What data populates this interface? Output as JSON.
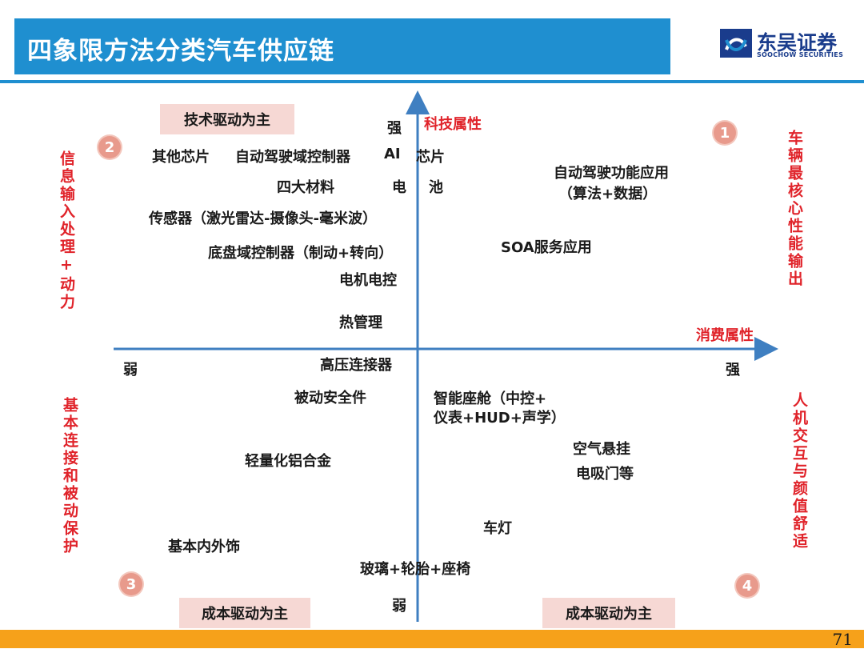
{
  "header": {
    "title": "四象限方法分类汽车供应链",
    "logo_cn": "东吴证券",
    "logo_en": "SOOCHOW SECURITIES"
  },
  "footer": {
    "page_number": "71"
  },
  "axes": {
    "y_top": "强",
    "y_top_label": "科技属性",
    "y_bottom": "弱",
    "x_left": "弱",
    "x_right": "强",
    "x_right_label": "消费属性"
  },
  "tags": {
    "top_left": "技术驱动为主",
    "bottom_left": "成本驱动为主",
    "bottom_right": "成本驱动为主"
  },
  "side_labels": {
    "q2": "信息输入处理+动力",
    "q1": "车辆最核心性能输出",
    "q3": "基本连接和被动保护",
    "q4": "人机交互与颜值舒适"
  },
  "badges": {
    "q1": "1",
    "q2": "2",
    "q3": "3",
    "q4": "4"
  },
  "items": {
    "other_chips": "其他芯片",
    "ad_domain_controller": "自动驾驶域控制器",
    "ai_label": "AI",
    "chip_label": "芯片",
    "four_materials": "四大材料",
    "battery_1": "电",
    "battery_2": "池",
    "sensors": "传感器（激光雷达-摄像头-毫米波）",
    "chassis_controller": "底盘域控制器（制动+转向）",
    "motor_control": "电机电控",
    "thermal": "热管理",
    "hv_connector": "高压连接器",
    "passive_safety": "被动安全件",
    "aluminum": "轻量化铝合金",
    "interior_exterior": "基本内外饰",
    "glass_tire_seat": "玻璃+轮胎+座椅",
    "ad_apps_1": "自动驾驶功能应用",
    "ad_apps_2": "（算法+数据）",
    "soa": "SOA服务应用",
    "cockpit_1": "智能座舱（中控+",
    "cockpit_2": "仪表+HUD+声学）",
    "air_suspension": "空气悬挂",
    "suction_door": "电吸门等",
    "lights": "车灯"
  },
  "colors": {
    "brand_blue": "#1f8fd0",
    "axis_blue": "#3f7fc1",
    "accent_red": "#e0232a",
    "tag_bg": "#f6d8d4",
    "footer_orange": "#f6a11a"
  }
}
